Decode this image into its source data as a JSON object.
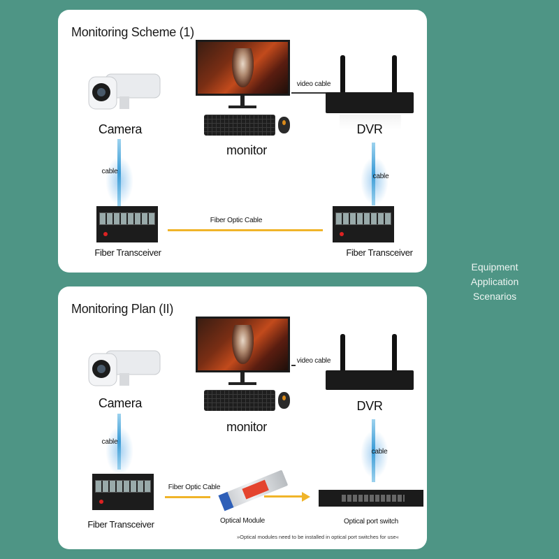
{
  "panel1": {
    "title": "Monitoring Scheme (1)",
    "camera_label": "Camera",
    "monitor_label": "monitor",
    "dvr_label": "DVR",
    "video_cable_label": "video cable",
    "cable_left_label": "cable",
    "cable_right_label": "cable",
    "fiber_label": "Fiber Optic Cable",
    "transceiver_left_label": "Fiber Transceiver",
    "transceiver_right_label": "Fiber Transceiver"
  },
  "panel2": {
    "title": "Monitoring Plan (II)",
    "camera_label": "Camera",
    "monitor_label": "monitor",
    "dvr_label": "DVR",
    "video_cable_label": "video cable",
    "cable_left_label": "cable",
    "cable_right_label": "cable",
    "fiber_label": "Fiber Optic Cable",
    "transceiver_label": "Fiber Transceiver",
    "module_label": "Optical Module",
    "switch_label": "Optical port switch",
    "footnote": "»Optical modules need to be installed in optical port switches for use«"
  },
  "side_caption": [
    "Equipment",
    "Application",
    "Scenarios"
  ],
  "colors": {
    "background": "#4e9585",
    "panel": "#ffffff",
    "fiber": "#f0b429",
    "cable": "#3a9bd6"
  }
}
